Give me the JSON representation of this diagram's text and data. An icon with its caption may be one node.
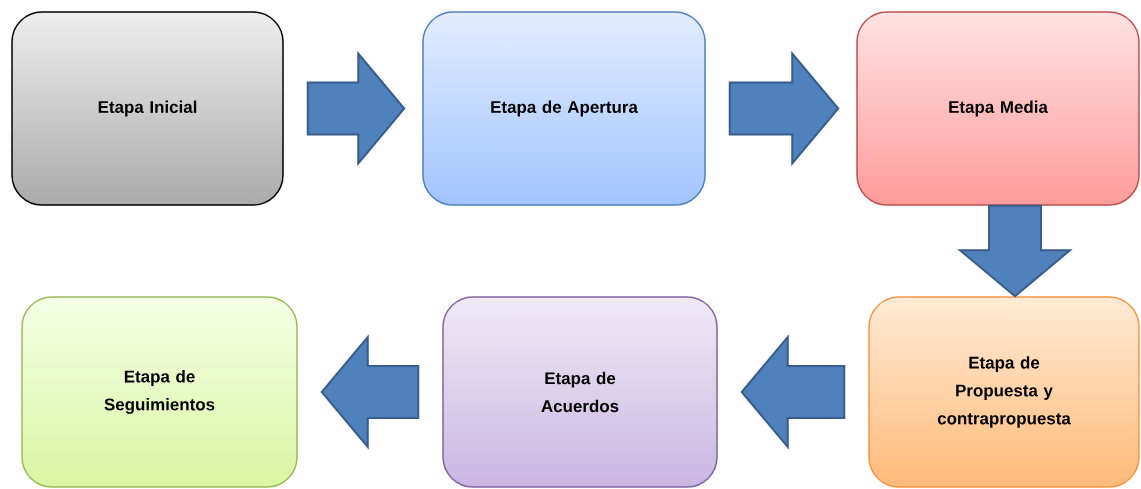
{
  "diagram": {
    "nodes": [
      {
        "text": [
          "Etapa Inicial"
        ]
      },
      {
        "text": [
          "Etapa de Apertura"
        ]
      },
      {
        "text": [
          "Etapa Media"
        ]
      },
      {
        "text": [
          "Etapa de Propuesta y contrapropuesta"
        ]
      },
      {
        "text": [
          "Etapa de Acuerdos"
        ]
      },
      {
        "text": [
          "Etapa de Seguimientos"
        ]
      }
    ],
    "edges": [
      {
        "from": 0,
        "to": 1,
        "arrow": "to"
      },
      {
        "from": 1,
        "to": 2,
        "arrow": "to"
      },
      {
        "from": 2,
        "to": 3,
        "arrow": "to"
      },
      {
        "from": 3,
        "to": 4,
        "arrow": "to"
      },
      {
        "from": 4,
        "to": 5,
        "arrow": "to"
      }
    ]
  }
}
